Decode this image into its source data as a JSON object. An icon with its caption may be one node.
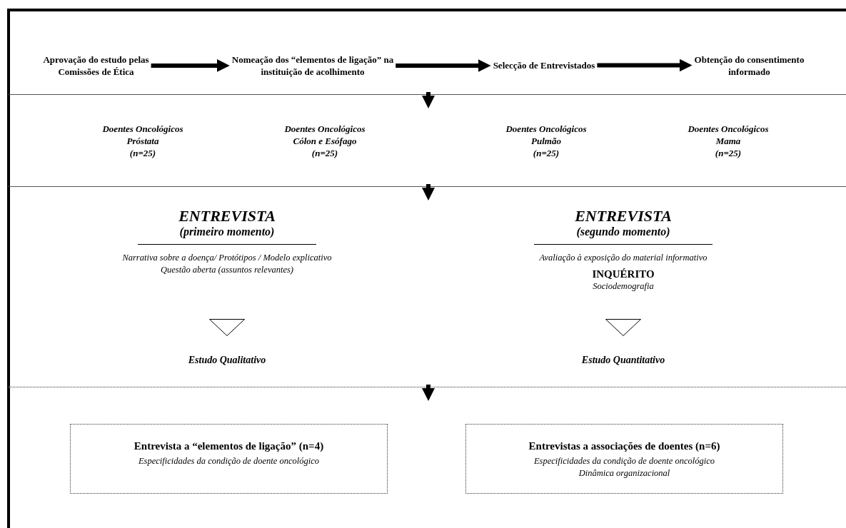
{
  "diagram": {
    "nodes": [
      {
        "text": [],
        "shape": "band"
      },
      {
        "text": [
          "Aprovação do estudo pelas Comissões de Ética"
        ],
        "in": 0
      },
      {
        "text": [
          "Nomeação dos “elementos de ligação” na instituição de acolhimento"
        ],
        "in": 0
      },
      {
        "text": [
          "Selecção de Entrevistados"
        ],
        "in": 0
      },
      {
        "text": [
          "Obtenção do consentimento informado"
        ],
        "in": 0
      },
      {
        "text": [],
        "shape": "band"
      },
      {
        "text": [
          "Doentes Oncológicos",
          "Próstata",
          "(n=25)"
        ],
        "in": 5
      },
      {
        "text": [
          "Doentes Oncológicos",
          "Cólon e Esófago",
          "(n=25)"
        ],
        "in": 5
      },
      {
        "text": [
          "Doentes Oncológicos",
          "Pulmão",
          "(n=25)"
        ],
        "in": 5
      },
      {
        "text": [
          "Doentes Oncológicos",
          "Mama",
          "(n=25)"
        ],
        "in": 5
      },
      {
        "text": [],
        "shape": "band"
      },
      {
        "text": [
          "ENTREVISTA",
          "(primeiro momento)",
          "Narrativa sobre a doença/ Protótipos / Modelo explicativo",
          "Questão aberta (assuntos relevantes)"
        ],
        "in": 10
      },
      {
        "text": [],
        "shape": "triangle",
        "in": 10
      },
      {
        "text": [
          "Estudo Qualitativo"
        ],
        "in": 10
      },
      {
        "text": [
          "ENTREVISTA",
          "(segundo momento)",
          "Avaliação à exposição do material informativo",
          "INQUÉRITO",
          "Sociodemografia"
        ],
        "in": 10
      },
      {
        "text": [],
        "shape": "triangle",
        "in": 10
      },
      {
        "text": [
          "Estudo Quantitativo"
        ],
        "in": 10
      },
      {
        "text": [],
        "shape": "band"
      },
      {
        "text": [
          "Entrevista a “elementos de ligação” (n=4)",
          "Especificidades da condição de doente oncológico"
        ],
        "in": 17
      },
      {
        "text": [
          "Entrevistas a associações de doentes (n=6)",
          "Especificidades da condição de doente oncológico",
          "Dinâmica organizacional"
        ],
        "in": 17
      }
    ],
    "edges": [
      {
        "from": 1,
        "to": 2,
        "arrow": "to"
      },
      {
        "from": 2,
        "to": 3,
        "arrow": "to"
      },
      {
        "from": 3,
        "to": 4,
        "arrow": "to"
      },
      {
        "from": 0,
        "to": 5,
        "arrow": "to"
      },
      {
        "from": 5,
        "to": 10,
        "arrow": "to"
      },
      {
        "from": 10,
        "to": 17,
        "arrow": "to"
      }
    ]
  }
}
